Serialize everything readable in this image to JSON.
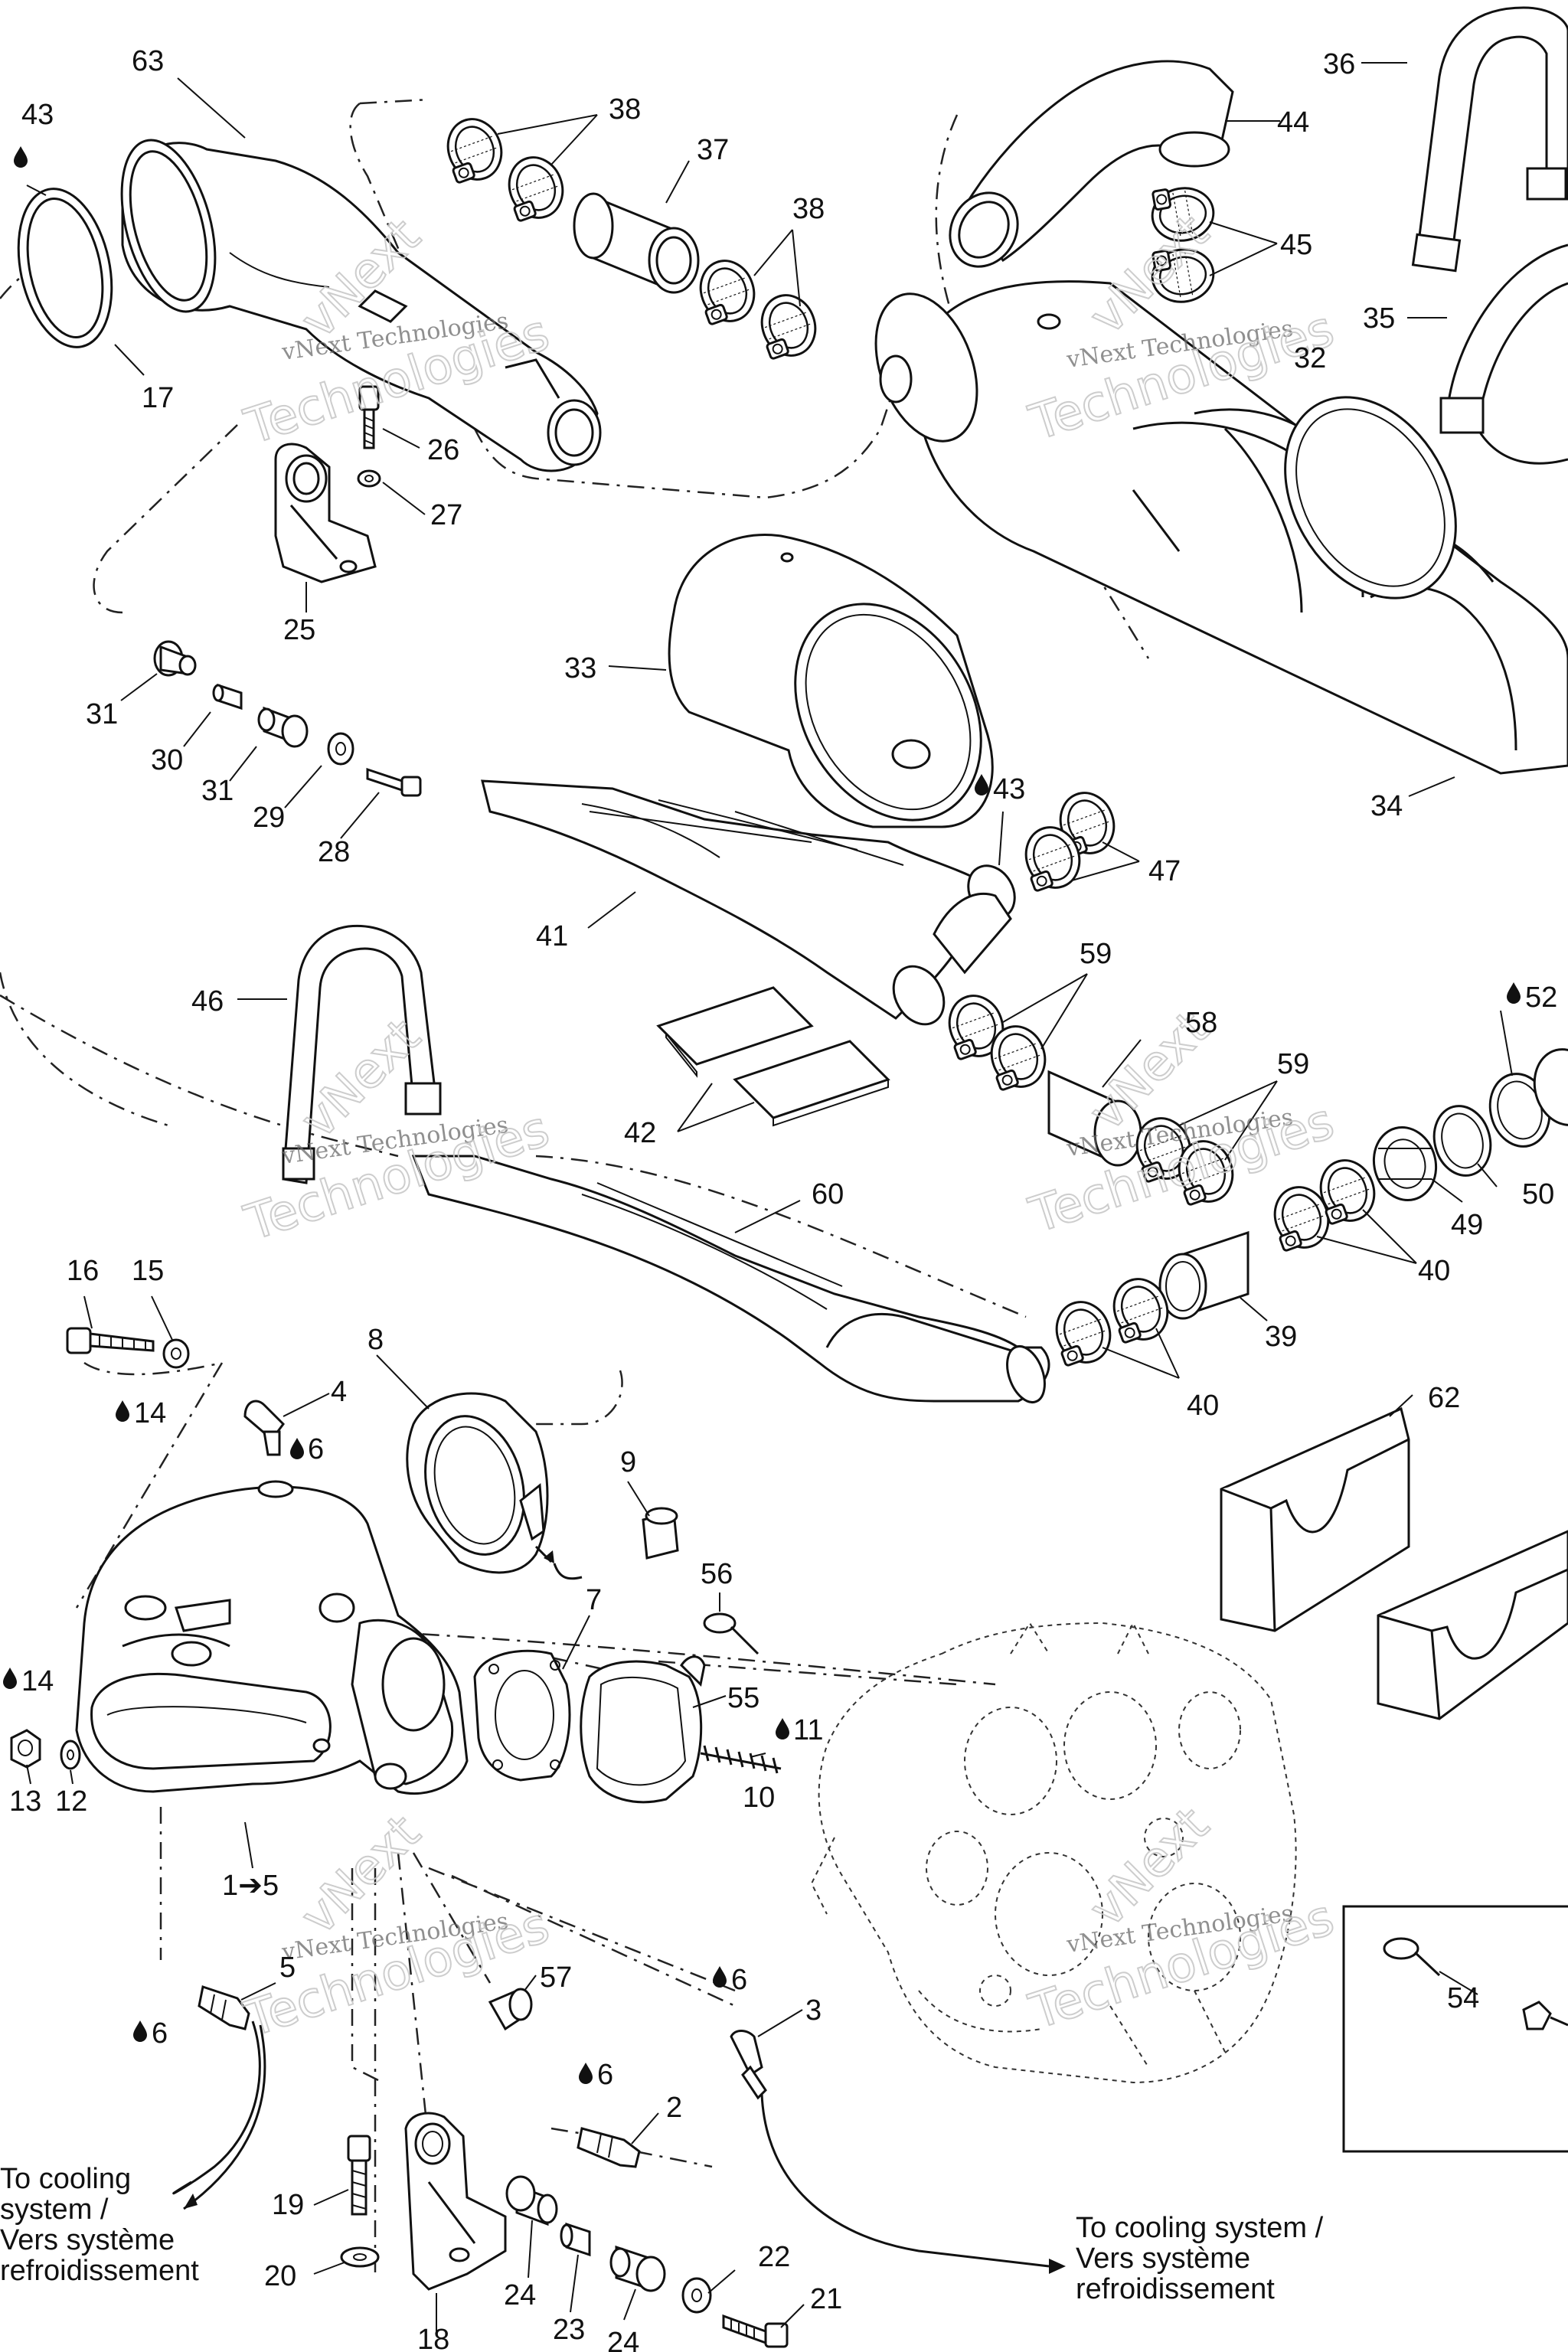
{
  "labels": [
    {
      "id": "63",
      "text": "63"
    },
    {
      "id": "43a",
      "text": "43"
    },
    {
      "id": "38a",
      "text": "38"
    },
    {
      "id": "37",
      "text": "37"
    },
    {
      "id": "38b",
      "text": "38"
    },
    {
      "id": "44",
      "text": "44"
    },
    {
      "id": "36",
      "text": "36"
    },
    {
      "id": "45",
      "text": "45"
    },
    {
      "id": "35",
      "text": "35"
    },
    {
      "id": "32",
      "text": "32"
    },
    {
      "id": "17",
      "text": "17"
    },
    {
      "id": "26",
      "text": "26"
    },
    {
      "id": "27",
      "text": "27"
    },
    {
      "id": "25",
      "text": "25"
    },
    {
      "id": "33",
      "text": "33"
    },
    {
      "id": "34",
      "text": "34"
    },
    {
      "id": "31a",
      "text": "31"
    },
    {
      "id": "30",
      "text": "30"
    },
    {
      "id": "31b",
      "text": "31"
    },
    {
      "id": "29",
      "text": "29"
    },
    {
      "id": "28",
      "text": "28"
    },
    {
      "id": "43b",
      "text": "43"
    },
    {
      "id": "47",
      "text": "47"
    },
    {
      "id": "41",
      "text": "41"
    },
    {
      "id": "59a",
      "text": "59"
    },
    {
      "id": "46",
      "text": "46"
    },
    {
      "id": "58",
      "text": "58"
    },
    {
      "id": "52",
      "text": "52"
    },
    {
      "id": "59b",
      "text": "59"
    },
    {
      "id": "42",
      "text": "42"
    },
    {
      "id": "60",
      "text": "60"
    },
    {
      "id": "49",
      "text": "49"
    },
    {
      "id": "50",
      "text": "50"
    },
    {
      "id": "40a",
      "text": "40"
    },
    {
      "id": "39",
      "text": "39"
    },
    {
      "id": "40b",
      "text": "40"
    },
    {
      "id": "16",
      "text": "16"
    },
    {
      "id": "15",
      "text": "15"
    },
    {
      "id": "14a",
      "text": "14"
    },
    {
      "id": "8",
      "text": "8"
    },
    {
      "id": "4",
      "text": "4"
    },
    {
      "id": "6a",
      "text": "6"
    },
    {
      "id": "62",
      "text": "62"
    },
    {
      "id": "9",
      "text": "9"
    },
    {
      "id": "56",
      "text": "56"
    },
    {
      "id": "7",
      "text": "7"
    },
    {
      "id": "14b",
      "text": "14"
    },
    {
      "id": "55",
      "text": "55"
    },
    {
      "id": "11",
      "text": "11"
    },
    {
      "id": "13",
      "text": "13"
    },
    {
      "id": "12",
      "text": "12"
    },
    {
      "id": "10",
      "text": "10"
    },
    {
      "id": "1to5",
      "text": "1➔5"
    },
    {
      "id": "5",
      "text": "5"
    },
    {
      "id": "57",
      "text": "57"
    },
    {
      "id": "6b",
      "text": "6"
    },
    {
      "id": "6c",
      "text": "6"
    },
    {
      "id": "3",
      "text": "3"
    },
    {
      "id": "54",
      "text": "54"
    },
    {
      "id": "6d",
      "text": "6"
    },
    {
      "id": "2",
      "text": "2"
    },
    {
      "id": "19",
      "text": "19"
    },
    {
      "id": "20",
      "text": "20"
    },
    {
      "id": "24a",
      "text": "24"
    },
    {
      "id": "22",
      "text": "22"
    },
    {
      "id": "21",
      "text": "21"
    },
    {
      "id": "23",
      "text": "23"
    },
    {
      "id": "18",
      "text": "18"
    },
    {
      "id": "24b",
      "text": "24"
    }
  ],
  "notes": {
    "left": [
      "To cooling",
      "system /",
      "Vers système",
      "refroidissement"
    ],
    "right": [
      "To cooling system /",
      "Vers système",
      "refroidissement"
    ]
  },
  "watermark": {
    "brand": "vNext Technologies",
    "big": "Technologies",
    "small": "vNext"
  },
  "icons": {
    "drop": "oil-drop-icon",
    "arrow": "right-arrow-icon"
  }
}
